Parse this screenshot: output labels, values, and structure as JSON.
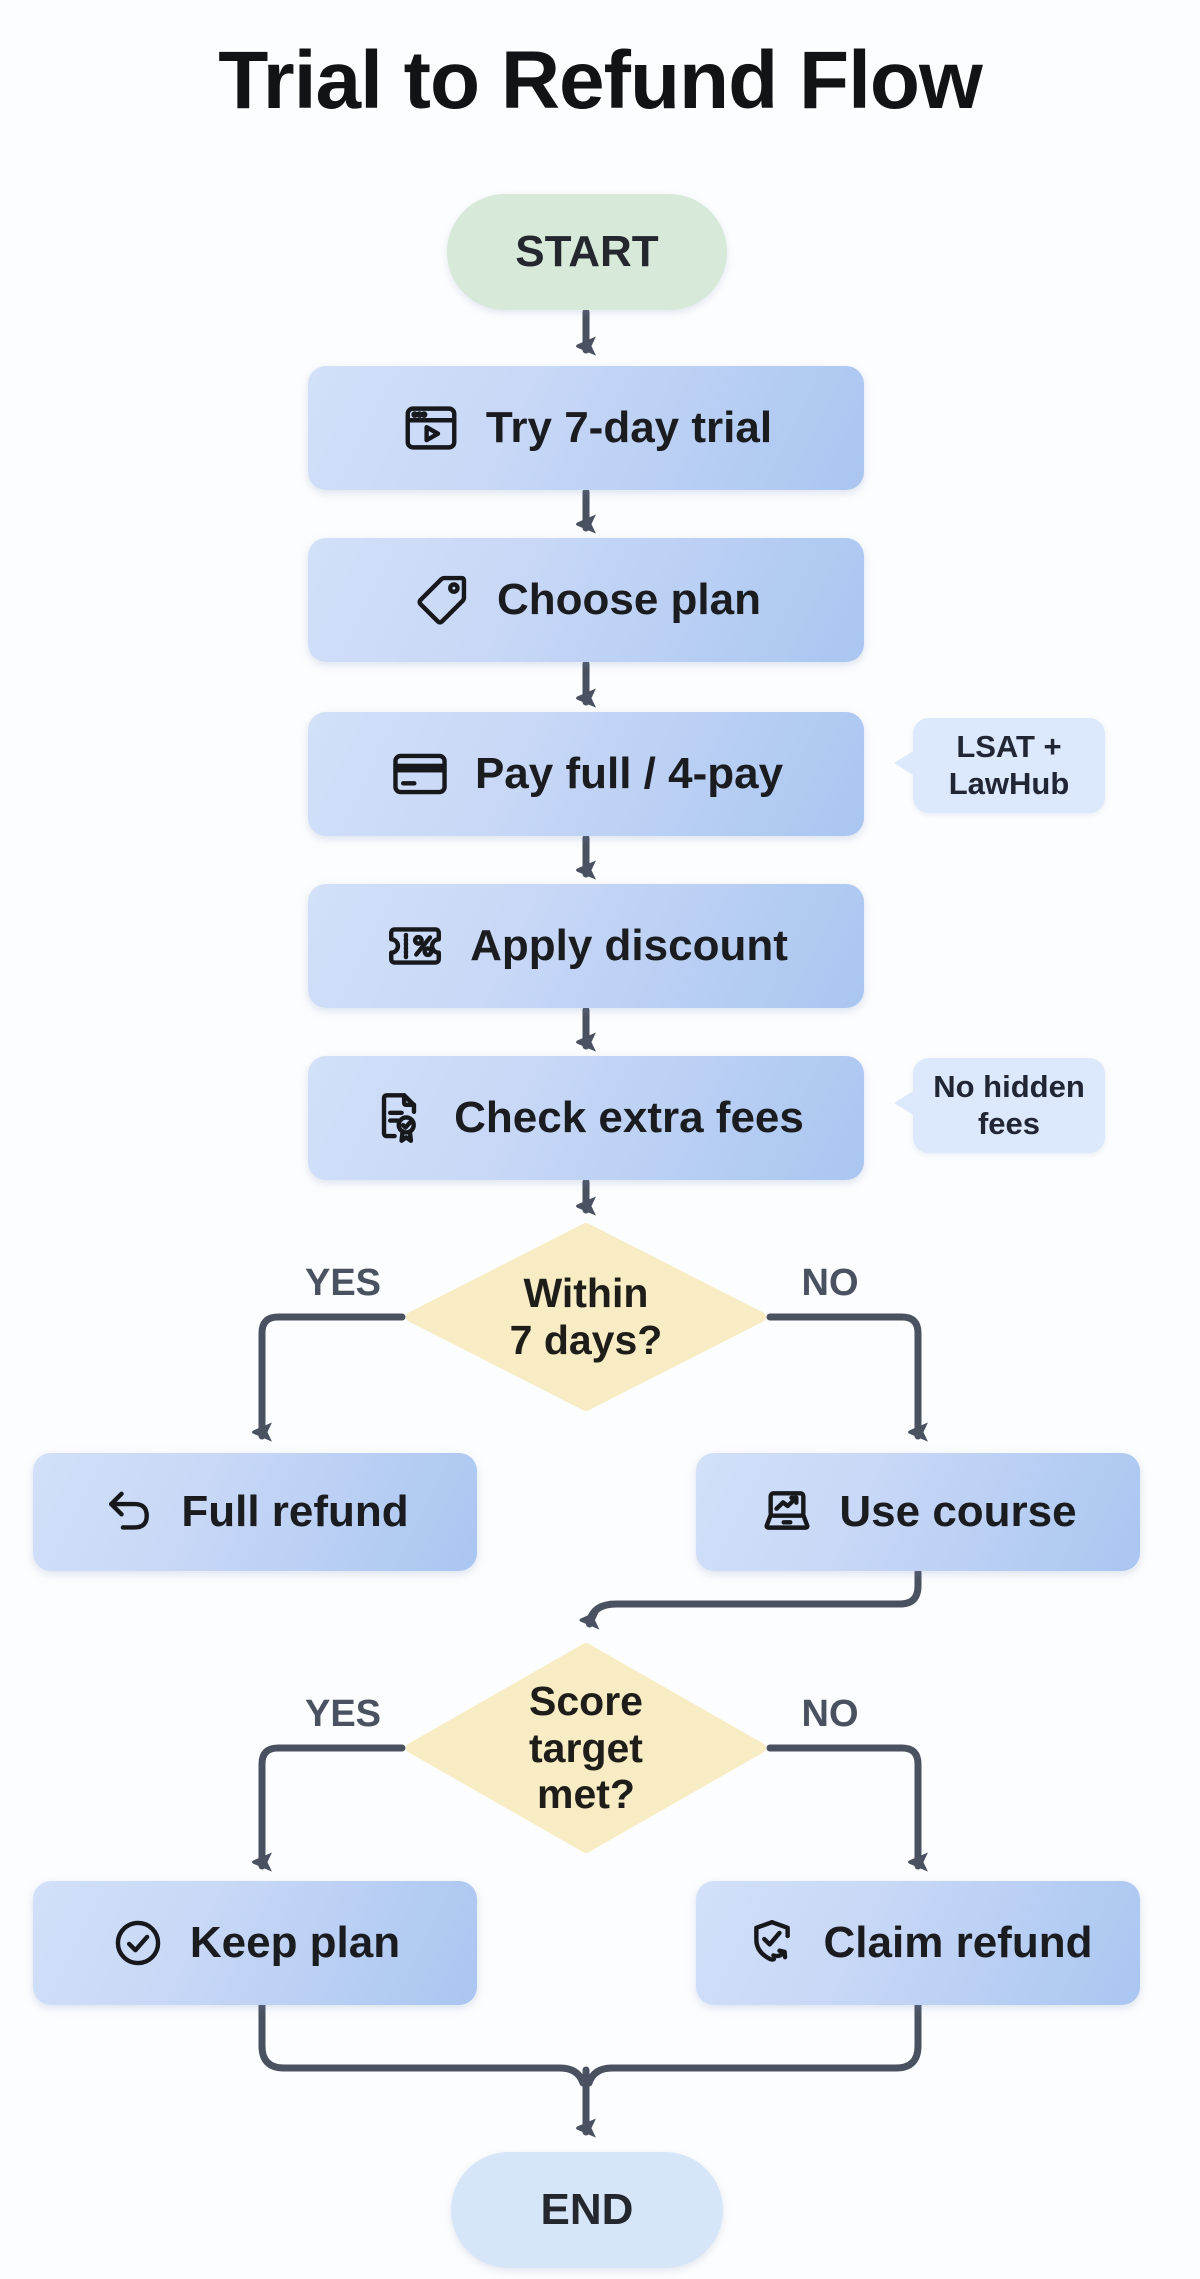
{
  "title": "Trial to Refund Flow",
  "nodes": {
    "start": {
      "label": "START"
    },
    "trial": {
      "label": "Try 7-day trial",
      "icon": "video-player-icon"
    },
    "plan": {
      "label": "Choose plan",
      "icon": "price-tag-icon"
    },
    "pay": {
      "label": "Pay full / 4-pay",
      "icon": "credit-card-icon"
    },
    "discount": {
      "label": "Apply discount",
      "icon": "discount-ticket-icon"
    },
    "fees": {
      "label": "Check extra fees",
      "icon": "document-badge-icon"
    },
    "decision_within": {
      "question": "Within\n7 days?",
      "yes_label": "YES",
      "no_label": "NO"
    },
    "full_refund": {
      "label": "Full refund",
      "icon": "return-arrow-icon"
    },
    "use_course": {
      "label": "Use course",
      "icon": "laptop-chart-icon"
    },
    "decision_score": {
      "question": "Score\ntarget\nmet?",
      "yes_label": "YES",
      "no_label": "NO"
    },
    "keep_plan": {
      "label": "Keep plan",
      "icon": "check-circle-icon"
    },
    "claim_refund": {
      "label": "Claim refund",
      "icon": "shield-check-icon"
    },
    "end": {
      "label": "END"
    }
  },
  "notes": {
    "pay_note": "LSAT +\nLawHub",
    "fees_note": "No hidden\nfees"
  },
  "colors": {
    "process_fill_start": "#d2e0f8",
    "process_fill_end": "#a9c6f1",
    "note_fill": "#dce8fb",
    "decision_fill": "#f8ecc4",
    "start_fill": "#d7e9d9",
    "end_fill": "#d6e6f8",
    "connector": "#4a5160",
    "branch_label": "#4a5160",
    "text": "#1a1c20"
  }
}
